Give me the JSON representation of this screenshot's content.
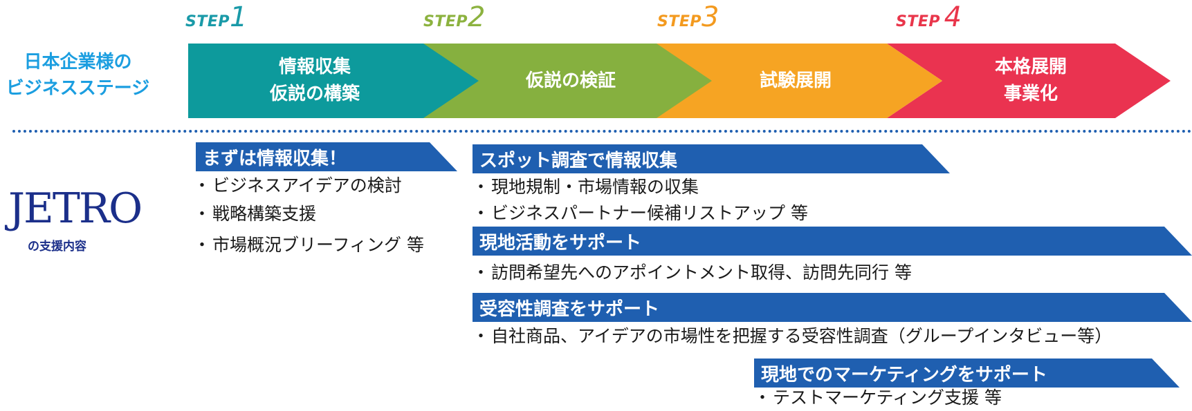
{
  "left_heading": {
    "line1": "日本企業様の",
    "line2": "ビジネスステージ"
  },
  "steps": [
    {
      "word": "STEP",
      "num": "1",
      "color": "#1a9aa8"
    },
    {
      "word": "STEP",
      "num": "2",
      "color": "#8cb23f"
    },
    {
      "word": "STEP",
      "num": "3",
      "color": "#f39a1f"
    },
    {
      "word": "STEP",
      "num": "4",
      "color": "#e9364b"
    }
  ],
  "stages": [
    {
      "line1": "情報収集",
      "line2": "仮説の構築",
      "color": "#0d9a9c"
    },
    {
      "line1": "仮説の検証",
      "line2": "",
      "color": "#86b03f"
    },
    {
      "line1": "試験展開",
      "line2": "",
      "color": "#f6a423"
    },
    {
      "line1": "本格展開",
      "line2": "事業化",
      "color": "#ea3350"
    }
  ],
  "logo": {
    "text": "JETRO",
    "caption": "の支援内容"
  },
  "banner_color": "#1f5fb0",
  "support": [
    {
      "title": "まずは情報収集！",
      "items": [
        "ビジネスアイデアの検討",
        "戦略構築支援",
        "市場概況ブリーフィング 等"
      ]
    },
    {
      "title": "スポット調査で情報収集",
      "items": [
        "現地規制・市場情報の収集",
        "ビジネスパートナー候補リストアップ 等"
      ]
    },
    {
      "title": "現地活動をサポート",
      "items": [
        "訪問希望先へのアポイントメント取得、訪問先同行 等"
      ]
    },
    {
      "title": "受容性調査をサポート",
      "items": [
        "自社商品、アイデアの市場性を把握する受容性調査（グループインタビュー等）"
      ]
    },
    {
      "title": "現地でのマーケティングをサポート",
      "items": [
        "テストマーケティング支援 等"
      ]
    }
  ],
  "bullet": "・"
}
